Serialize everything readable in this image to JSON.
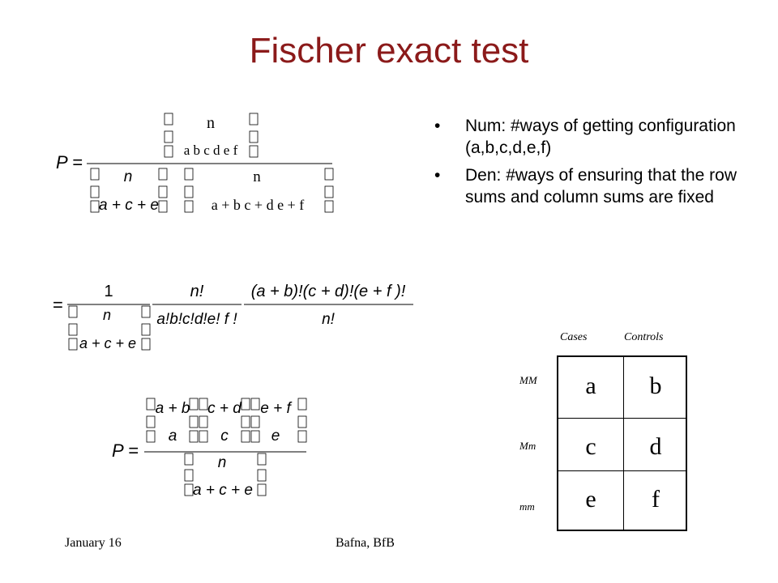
{
  "slide": {
    "title": "Fischer exact test",
    "bullets": [
      "Num: #ways of getting configuration (a,b,c,d,e,f)",
      "Den: #ways of ensuring that the row sums and column sums are fixed"
    ],
    "bullet_glyph": "•",
    "footer_left": "January 16",
    "footer_center": "Bafna, BfB"
  },
  "formulas": {
    "f1": {
      "lhs": "P =",
      "num_top": "n",
      "num_bottom": "a b c d e f",
      "den_top_1": "n",
      "den_bottom_1": "a + c + e",
      "den_top_2": "n",
      "den_bottom_2": "a + b   c + d   e + f"
    },
    "f2": {
      "eq": "=",
      "f_top": "1",
      "binom_top": "n",
      "binom_bottom": "a + c + e",
      "g_top": "n!",
      "g_bottom": "a!b!c!d!e! f !",
      "h_top": "(a + b)!(c + d)!(e + f )!",
      "h_bottom": "n!"
    },
    "f3": {
      "lhs": "P =",
      "top_tops": [
        "a + b",
        "c + d",
        "e + f"
      ],
      "top_bottoms": [
        "a",
        "c",
        "e"
      ],
      "den_top": "n",
      "den_bottom": "a + c + e"
    }
  },
  "table": {
    "col_headers": [
      "Cases",
      "Controls"
    ],
    "row_headers": [
      "MM",
      "Mm",
      "mm"
    ],
    "cells": [
      [
        "a",
        "b"
      ],
      [
        "c",
        "d"
      ],
      [
        "e",
        "f"
      ]
    ]
  }
}
